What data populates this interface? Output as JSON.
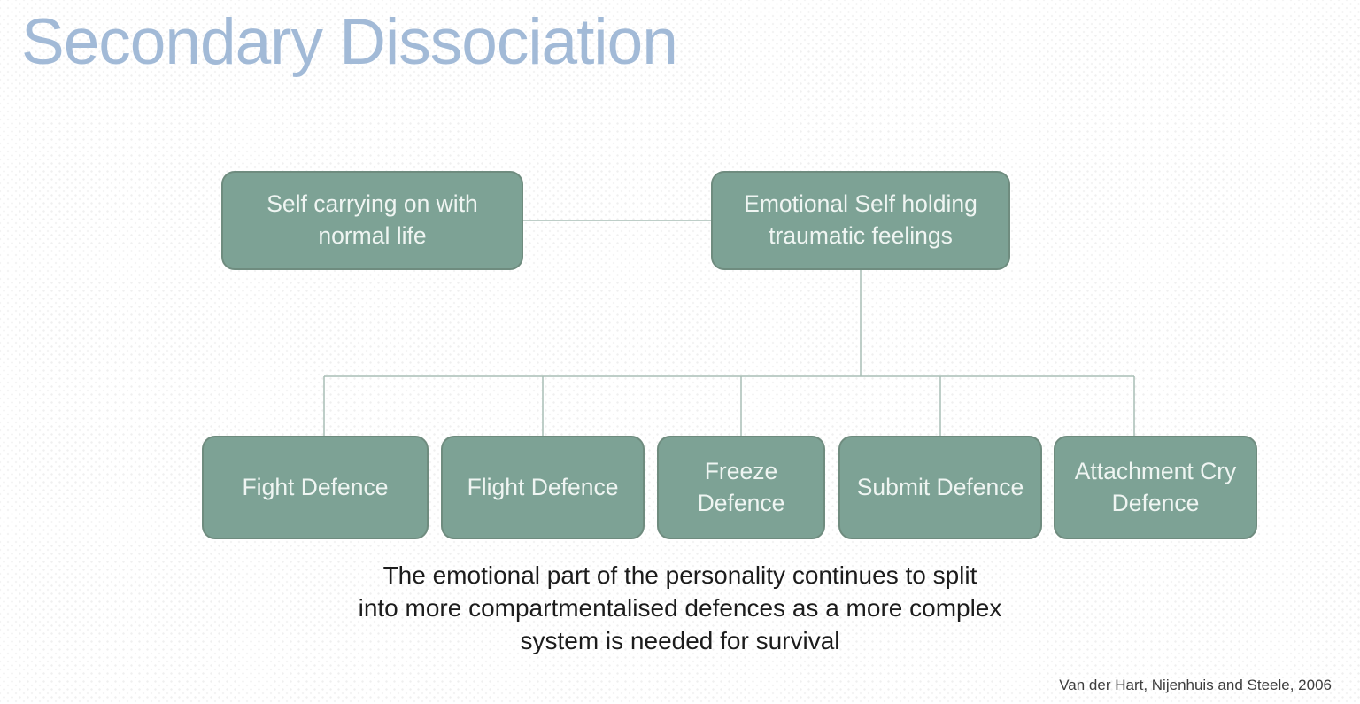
{
  "slide": {
    "title": "Secondary Dissociation",
    "citation": "Van der Hart, Nijenhuis and Steele, 2006"
  },
  "diagram": {
    "top_boxes": [
      {
        "label": "Self carrying on with normal life"
      },
      {
        "label": "Emotional Self holding traumatic feelings"
      }
    ],
    "defence_boxes": [
      {
        "label": "Fight Defence"
      },
      {
        "label": "Flight Defence"
      },
      {
        "label": "Freeze Defence"
      },
      {
        "label": "Submit Defence"
      },
      {
        "label": "Attachment Cry Defence"
      }
    ]
  },
  "caption": {
    "lines": [
      "The emotional part of the personality continues to split",
      "into more compartmentalised defences as a more complex",
      "system is needed for survival"
    ]
  },
  "colors": {
    "background": "#ffffff",
    "title_text": "#a2bad7",
    "box_fill": "#7da295",
    "box_border": "#6f8c7f",
    "box_text": "#eff5f2",
    "connector": "#a9beb5",
    "caption_text": "#1c1c1c",
    "citation_text": "#3d3d3d"
  }
}
